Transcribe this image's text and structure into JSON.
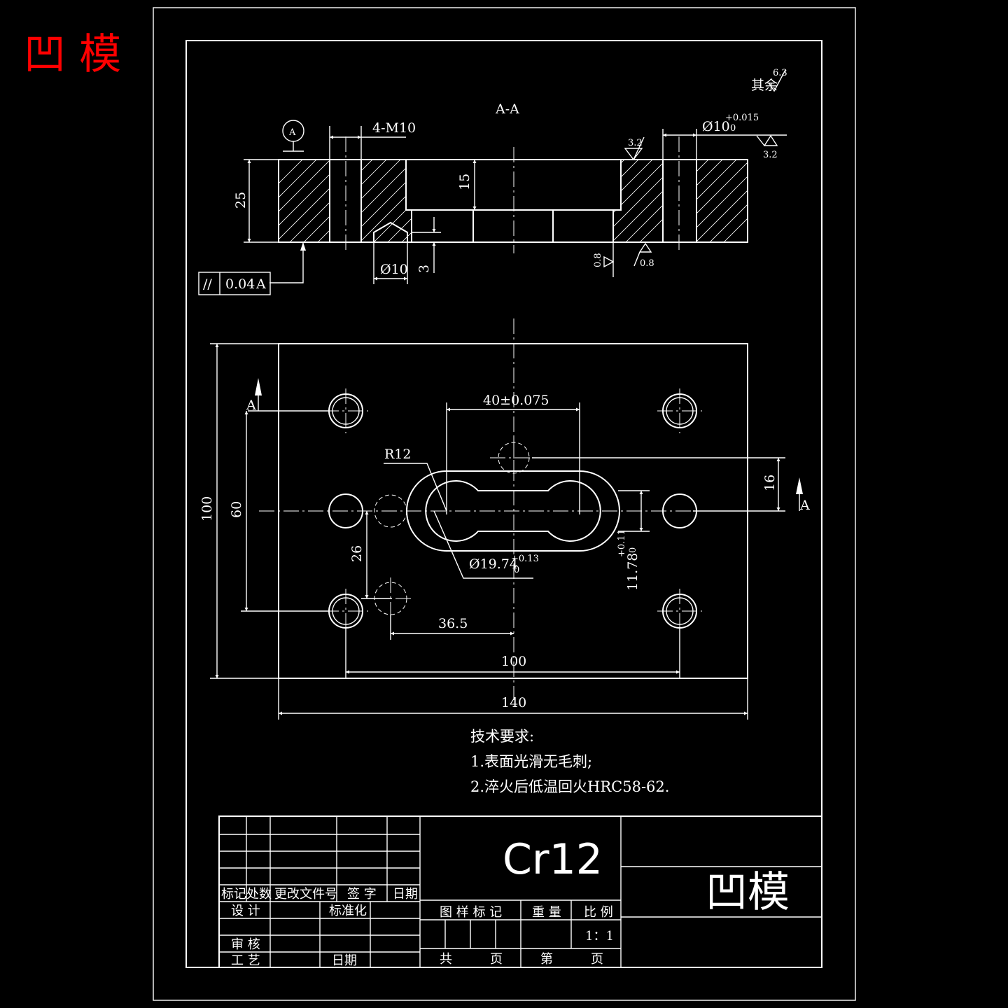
{
  "corner_title": "凹 模",
  "section_label": "A-A",
  "roughness_rest": {
    "label": "其余",
    "value": "6.3"
  },
  "datum": {
    "letter": "A"
  },
  "tolerance_frame": {
    "symbol": "//",
    "value": "0.04",
    "datum": "A"
  },
  "section_dims": {
    "thread": "4-M10",
    "pin_dia": "Ø10",
    "pin_tol_upper": "+0.015",
    "pin_tol_lower": "0",
    "thickness": "25",
    "pocket_depth": "15",
    "hole_dia": "Ø10",
    "cone_depth": "3",
    "rough_32a": "3.2",
    "rough_32b": "3.2",
    "rough_08a": "0.8",
    "rough_08b": "0.8"
  },
  "plan_dims": {
    "slot_spacing": "40±0.075",
    "radius": "R12",
    "offset": "16",
    "section_mark": "A",
    "height_total": "100",
    "hole_spacing_v": "60",
    "offset_26": "26",
    "bore_dia": "Ø19.74",
    "bore_tol_upper": "+0.13",
    "bore_tol_lower": "0",
    "slot_width": "11.78",
    "slot_tol_upper": "+0.11",
    "slot_tol_lower": "0",
    "offset_365": "36.5",
    "hole_spacing_h": "100",
    "width_total": "140"
  },
  "requirements": {
    "heading": "技术要求:",
    "items": [
      "1.表面光滑无毛刺;",
      "2.淬火后低温回火HRC58-62."
    ]
  },
  "title_block": {
    "material": "Cr12",
    "part_name": "凹模",
    "rev_headers": [
      "标记",
      "处数",
      "更改文件号",
      "签 字",
      "日期"
    ],
    "design": "设 计",
    "standardize": "标准化",
    "review": "审 核",
    "process": "工 艺",
    "date": "日期",
    "sample_mark": "图 样 标 记",
    "weight": "重 量",
    "scale_label": "比 例",
    "scale_value": "1：1",
    "total_sheets": "共",
    "sheet_unit": "页",
    "sheet_no": "第",
    "sheet_unit2": "页"
  },
  "colors": {
    "background": "#000000",
    "lines": "#ffffff",
    "corner_title": "#ff0000"
  }
}
